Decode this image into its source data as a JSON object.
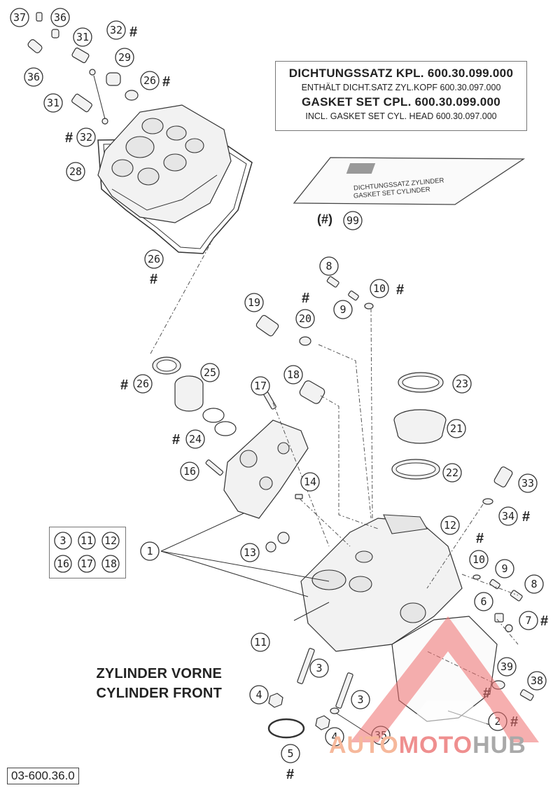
{
  "info_box": {
    "line1": "DICHTUNGSSATZ KPL.   600.30.099.000",
    "line2": "ENTHÄLT DICHT.SATZ ZYL.KOPF  600.30.097.000",
    "line3": "GASKET SET CPL.   600.30.099.000",
    "line4": "INCL. GASKET SET CYL. HEAD  600.30.097.000"
  },
  "gasket_card": {
    "line1": "DICHTUNGSSATZ ZYLINDER",
    "line2": "GASKET SET CYLINDER",
    "label": "(#)"
  },
  "title": {
    "line1": "ZYLINDER VORNE",
    "line2": "CYLINDER FRONT"
  },
  "doc_code": "03-600.36.0",
  "watermark": {
    "part1": "AUTO",
    "part2": "MOTO",
    "part3": "HUB"
  },
  "hash_symbol": "#",
  "legend_items": [
    "3",
    "11",
    "12",
    "16",
    "17",
    "18"
  ],
  "callouts": [
    {
      "id": "c37",
      "num": "37"
    },
    {
      "id": "c36a",
      "num": "36"
    },
    {
      "id": "c36b",
      "num": "36"
    },
    {
      "id": "c31a",
      "num": "31"
    },
    {
      "id": "c31b",
      "num": "31"
    },
    {
      "id": "c32a",
      "num": "32"
    },
    {
      "id": "c32b",
      "num": "32"
    },
    {
      "id": "c29",
      "num": "29"
    },
    {
      "id": "c26a",
      "num": "26"
    },
    {
      "id": "c28",
      "num": "28"
    },
    {
      "id": "c26b",
      "num": "26"
    },
    {
      "id": "c99",
      "num": "99"
    },
    {
      "id": "c8a",
      "num": "8"
    },
    {
      "id": "c9a",
      "num": "9"
    },
    {
      "id": "c10a",
      "num": "10"
    },
    {
      "id": "c19",
      "num": "19"
    },
    {
      "id": "c20",
      "num": "20"
    },
    {
      "id": "c18",
      "num": "18"
    },
    {
      "id": "c23",
      "num": "23"
    },
    {
      "id": "c21",
      "num": "21"
    },
    {
      "id": "c22",
      "num": "22"
    },
    {
      "id": "c26c",
      "num": "26"
    },
    {
      "id": "c25",
      "num": "25"
    },
    {
      "id": "c17",
      "num": "17"
    },
    {
      "id": "c24",
      "num": "24"
    },
    {
      "id": "c16",
      "num": "16"
    },
    {
      "id": "c14",
      "num": "14"
    },
    {
      "id": "c33",
      "num": "33"
    },
    {
      "id": "c34",
      "num": "34"
    },
    {
      "id": "c12",
      "num": "12"
    },
    {
      "id": "c1",
      "num": "1"
    },
    {
      "id": "c13",
      "num": "13"
    },
    {
      "id": "c10b",
      "num": "10"
    },
    {
      "id": "c9b",
      "num": "9"
    },
    {
      "id": "c8b",
      "num": "8"
    },
    {
      "id": "c6",
      "num": "6"
    },
    {
      "id": "c7",
      "num": "7"
    },
    {
      "id": "c11",
      "num": "11"
    },
    {
      "id": "c3a",
      "num": "3"
    },
    {
      "id": "c39",
      "num": "39"
    },
    {
      "id": "c38",
      "num": "38"
    },
    {
      "id": "c4a",
      "num": "4"
    },
    {
      "id": "c3b",
      "num": "3"
    },
    {
      "id": "c2",
      "num": "2"
    },
    {
      "id": "c35",
      "num": "35"
    },
    {
      "id": "c4b",
      "num": "4"
    },
    {
      "id": "c5",
      "num": "5"
    }
  ]
}
